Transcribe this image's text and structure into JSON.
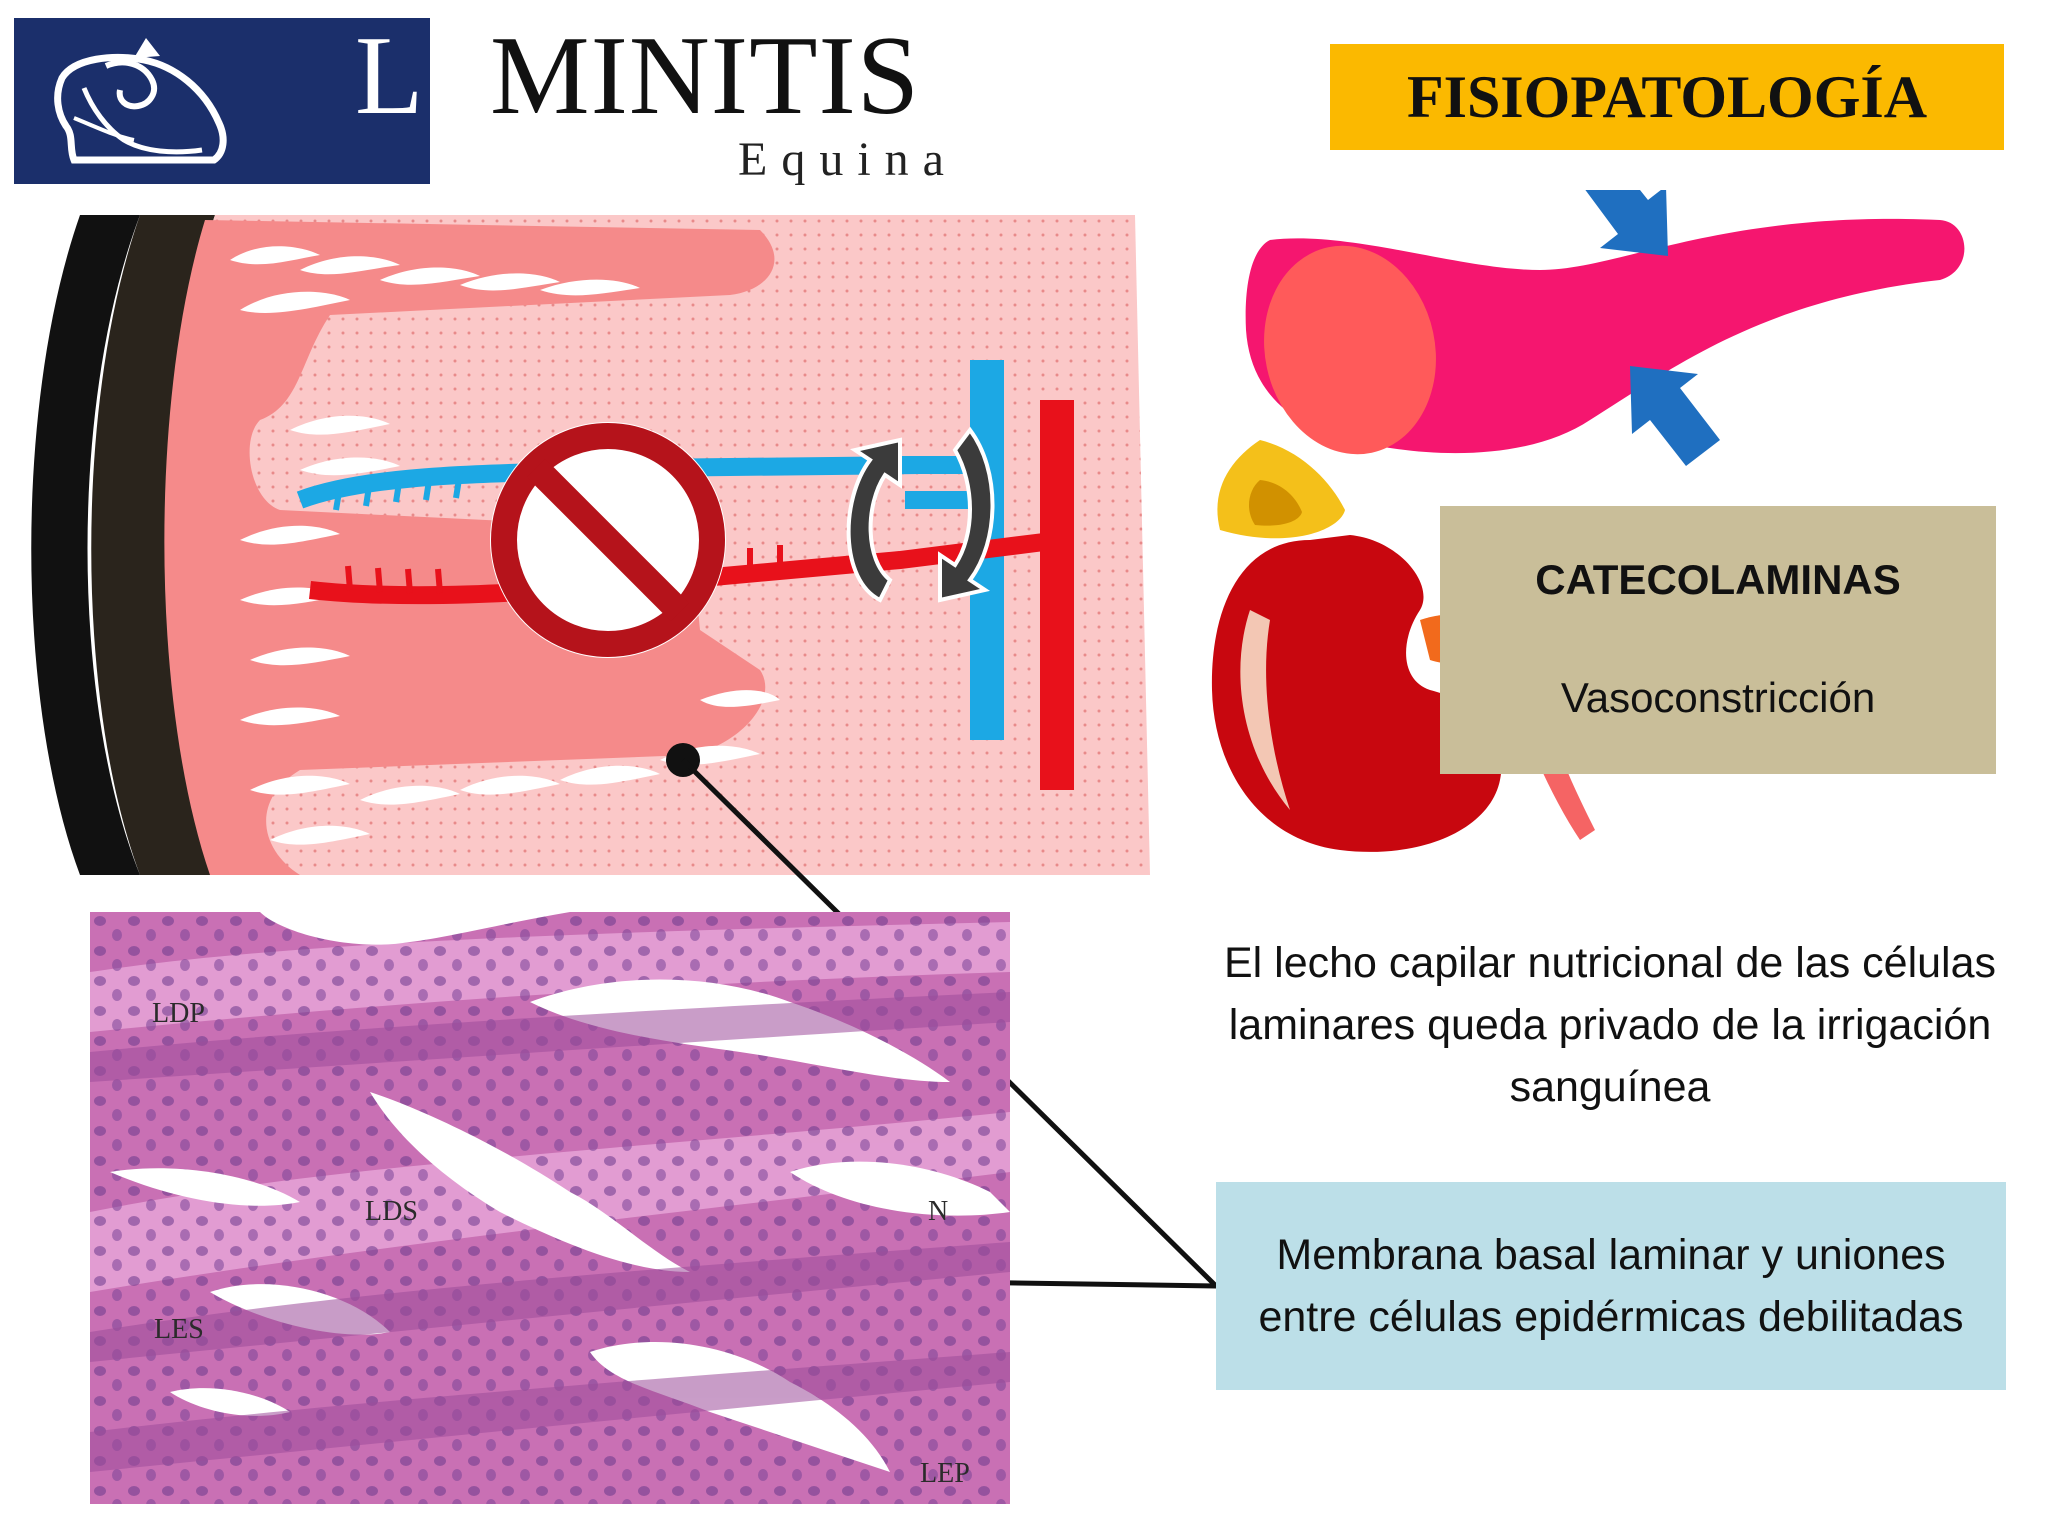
{
  "header": {
    "title_first_letter": "L",
    "title_rest": "MINITIS",
    "subtitle": "Equina",
    "logo_icon": "horse-hoof-icon"
  },
  "section_badge": {
    "text": "FISIOPATOLOGÍA",
    "color": "#fbb900"
  },
  "catecolaminas": {
    "title": "CATECOLAMINAS",
    "subtitle": "Vasoconstricción",
    "color": "#c9be99"
  },
  "description": "El lecho capilar nutricional de las células laminares queda privado de la irrigación sanguínea",
  "membrane_box": {
    "text": "Membrana basal laminar y uniones entre células epidérmicas debilitadas",
    "color": "#bcdfe8"
  },
  "histology_labels": {
    "ldp": "LDP",
    "lds": "LDS",
    "les": "LES",
    "n": "N",
    "lep": "LEP"
  },
  "icons": {
    "no_entry": "prohibited-icon",
    "flow_arrows": "circular-arrows-icon",
    "compression_arrows": "blue-arrow-icon",
    "organ": "adrenal-kidney-icon",
    "vessel": "constricted-vessel-icon"
  },
  "colors": {
    "vein": "#1ca8e4",
    "artery": "#e8111b",
    "tissue": "#f6a6a6",
    "vessel": "#f5166f"
  }
}
